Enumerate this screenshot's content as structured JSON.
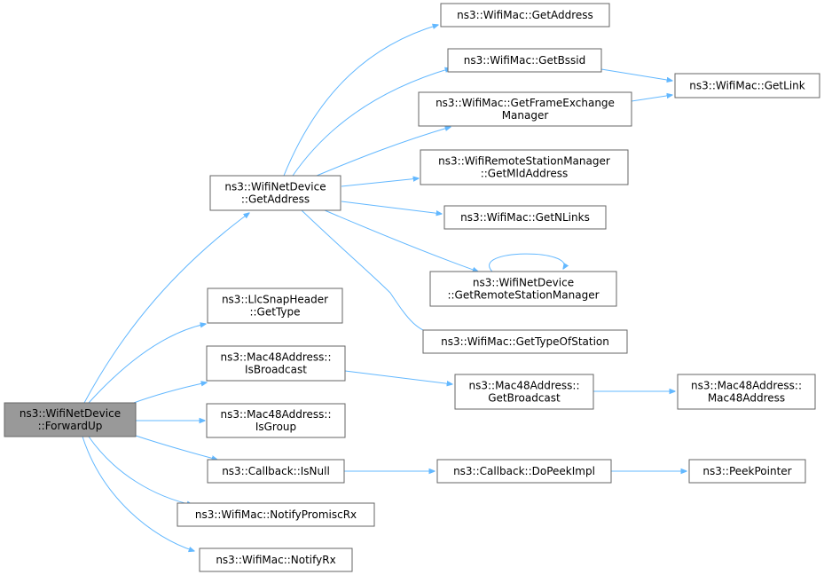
{
  "colors": {
    "node_fill": "#ffffff",
    "node_root_fill": "#999999",
    "node_border": "#666666",
    "edge": "#63b8ff"
  },
  "nodes": [
    {
      "id": "forwardup",
      "lines": [
        "ns3::WifiNetDevice",
        "::ForwardUp"
      ],
      "root": true
    },
    {
      "id": "wnd-getaddress",
      "lines": [
        "ns3::WifiNetDevice",
        "::GetAddress"
      ]
    },
    {
      "id": "llc-gettype",
      "lines": [
        "ns3::LlcSnapHeader",
        "::GetType"
      ]
    },
    {
      "id": "mac48-isbroadcast",
      "lines": [
        "ns3::Mac48Address::",
        "IsBroadcast"
      ]
    },
    {
      "id": "mac48-isgroup",
      "lines": [
        "ns3::Mac48Address::",
        "IsGroup"
      ]
    },
    {
      "id": "callback-isnull",
      "lines": [
        "ns3::Callback::IsNull"
      ]
    },
    {
      "id": "mac-notifypromiscrx",
      "lines": [
        "ns3::WifiMac::NotifyPromiscRx"
      ]
    },
    {
      "id": "mac-notifyrx",
      "lines": [
        "ns3::WifiMac::NotifyRx"
      ]
    },
    {
      "id": "mac-getaddress",
      "lines": [
        "ns3::WifiMac::GetAddress"
      ]
    },
    {
      "id": "mac-getbssid",
      "lines": [
        "ns3::WifiMac::GetBssid"
      ]
    },
    {
      "id": "mac-getframeexchange",
      "lines": [
        "ns3::WifiMac::GetFrameExchange",
        "Manager"
      ]
    },
    {
      "id": "rsm-getmldaddress",
      "lines": [
        "ns3::WifiRemoteStationManager",
        "::GetMldAddress"
      ]
    },
    {
      "id": "mac-getnlinks",
      "lines": [
        "ns3::WifiMac::GetNLinks"
      ]
    },
    {
      "id": "wnd-getrsm",
      "lines": [
        "ns3::WifiNetDevice",
        "::GetRemoteStationManager"
      ]
    },
    {
      "id": "mac-gettypeofstation",
      "lines": [
        "ns3::WifiMac::GetTypeOfStation"
      ]
    },
    {
      "id": "mac-getlink",
      "lines": [
        "ns3::WifiMac::GetLink"
      ]
    },
    {
      "id": "mac48-getbroadcast",
      "lines": [
        "ns3::Mac48Address::",
        "GetBroadcast"
      ]
    },
    {
      "id": "mac48-ctor",
      "lines": [
        "ns3::Mac48Address::",
        "Mac48Address"
      ]
    },
    {
      "id": "callback-dopeekimpl",
      "lines": [
        "ns3::Callback::DoPeekImpl"
      ]
    },
    {
      "id": "peekpointer",
      "lines": [
        "ns3::PeekPointer"
      ]
    }
  ],
  "edges": [
    {
      "from": "forwardup",
      "to": "wnd-getaddress"
    },
    {
      "from": "forwardup",
      "to": "llc-gettype"
    },
    {
      "from": "forwardup",
      "to": "mac48-isbroadcast"
    },
    {
      "from": "forwardup",
      "to": "mac48-isgroup"
    },
    {
      "from": "forwardup",
      "to": "callback-isnull"
    },
    {
      "from": "forwardup",
      "to": "mac-notifypromiscrx"
    },
    {
      "from": "forwardup",
      "to": "mac-notifyrx"
    },
    {
      "from": "wnd-getaddress",
      "to": "mac-getaddress"
    },
    {
      "from": "wnd-getaddress",
      "to": "mac-getbssid"
    },
    {
      "from": "wnd-getaddress",
      "to": "mac-getframeexchange"
    },
    {
      "from": "wnd-getaddress",
      "to": "rsm-getmldaddress"
    },
    {
      "from": "wnd-getaddress",
      "to": "mac-getnlinks"
    },
    {
      "from": "wnd-getaddress",
      "to": "wnd-getrsm"
    },
    {
      "from": "wnd-getaddress",
      "to": "mac-gettypeofstation"
    },
    {
      "from": "mac-getbssid",
      "to": "mac-getlink"
    },
    {
      "from": "mac-getframeexchange",
      "to": "mac-getlink"
    },
    {
      "from": "wnd-getrsm",
      "to": "wnd-getrsm"
    },
    {
      "from": "mac48-isbroadcast",
      "to": "mac48-getbroadcast"
    },
    {
      "from": "mac48-getbroadcast",
      "to": "mac48-ctor"
    },
    {
      "from": "callback-isnull",
      "to": "callback-dopeekimpl"
    },
    {
      "from": "callback-dopeekimpl",
      "to": "peekpointer"
    }
  ]
}
